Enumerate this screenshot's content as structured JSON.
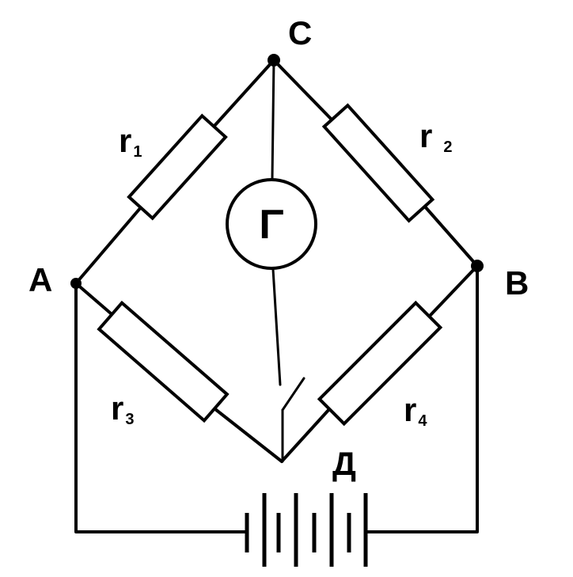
{
  "nodes": {
    "C": "C",
    "A": "A",
    "B": "B"
  },
  "resistors": [
    {
      "letter": "r",
      "index": "1"
    },
    {
      "letter": "r",
      "index": "2"
    },
    {
      "letter": "r",
      "index": "3"
    },
    {
      "letter": "r",
      "index": "4"
    }
  ],
  "galvanometer": {
    "symbol": "Γ"
  },
  "battery": {
    "label": "Д"
  }
}
